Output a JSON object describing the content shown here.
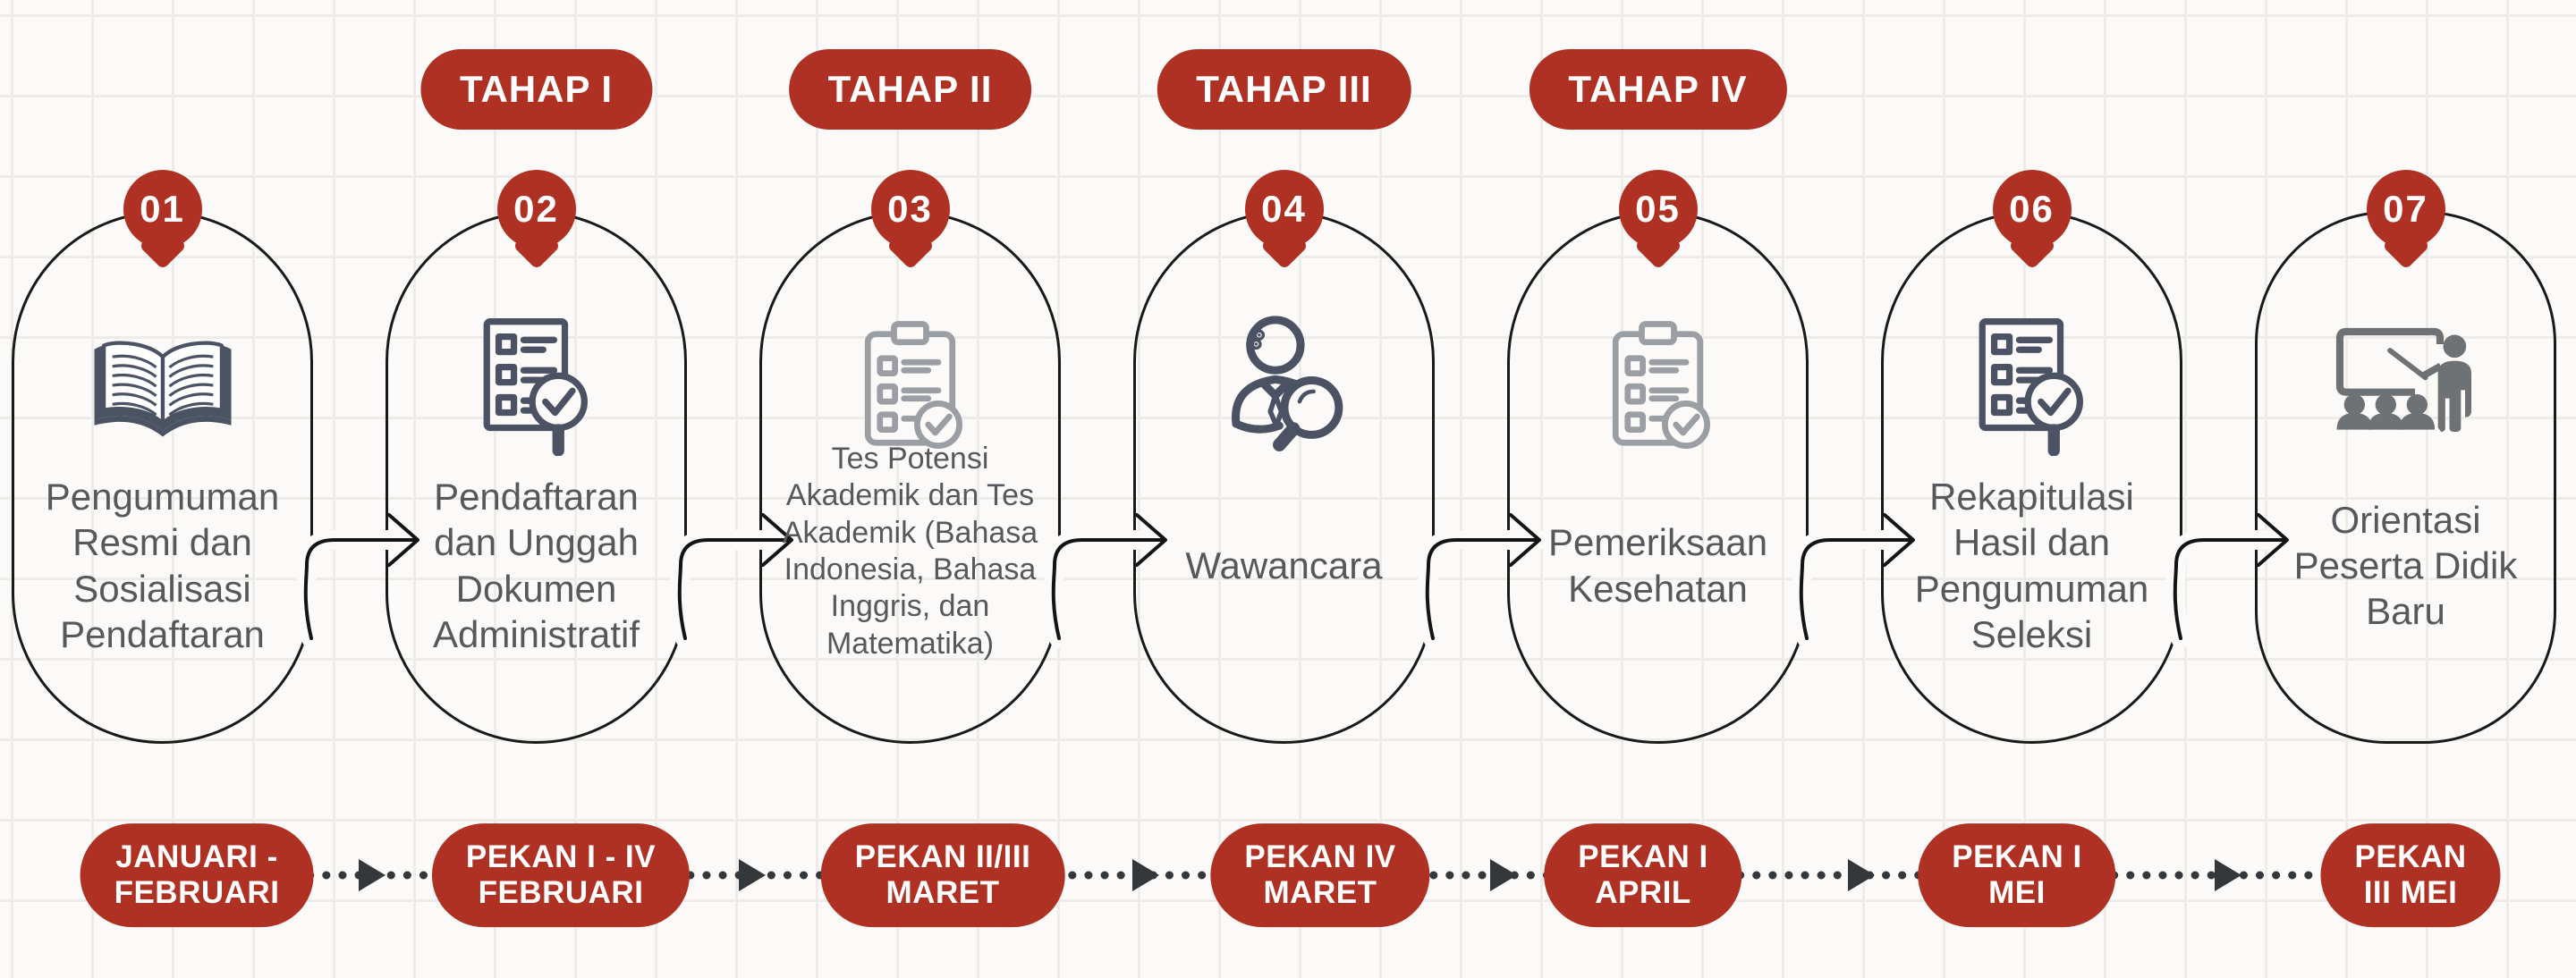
{
  "colors": {
    "accent_red": "#ae3123",
    "outline_black": "#191919",
    "label_gray": "#57585b",
    "dark_icon": "#4a5263",
    "light_icon": "#9b9fa3",
    "mid_icon": "#6f7275",
    "background": "#fbfaf8"
  },
  "stages": [
    {
      "number": "01",
      "tahap": null,
      "icon": "open-book-icon",
      "label": "Pengumuman Resmi dan Sosialisasi Pendaftaran",
      "date": "JANUARI -\nFEBRUARI"
    },
    {
      "number": "02",
      "tahap": "TAHAP I",
      "icon": "checklist-magnifier-icon",
      "label": "Pendaftaran dan Unggah Dokumen Administratif",
      "date": "PEKAN I - IV\nFEBRUARI"
    },
    {
      "number": "03",
      "tahap": "TAHAP II",
      "icon": "clipboard-checklist-icon",
      "label": "Tes Potensi Akademik dan Tes Akademik (Bahasa Indonesia, Bahasa Inggris, dan Matematika)",
      "date": "PEKAN II/III\nMARET"
    },
    {
      "number": "04",
      "tahap": "TAHAP III",
      "icon": "interviewer-magnifier-icon",
      "label": "Wawancara",
      "date": "PEKAN IV\nMARET"
    },
    {
      "number": "05",
      "tahap": "TAHAP IV",
      "icon": "clipboard-checklist-icon",
      "label": "Pemeriksaan Kesehatan",
      "date": "PEKAN I\nAPRIL"
    },
    {
      "number": "06",
      "tahap": null,
      "icon": "checklist-magnifier-icon",
      "label": "Rekapitulasi Hasil dan Pengumuman Seleksi",
      "date": "PEKAN I\nMEI"
    },
    {
      "number": "07",
      "tahap": null,
      "icon": "classroom-presentation-icon",
      "label": "Orientasi Peserta Didik Baru",
      "date": "PEKAN III MEI"
    }
  ]
}
